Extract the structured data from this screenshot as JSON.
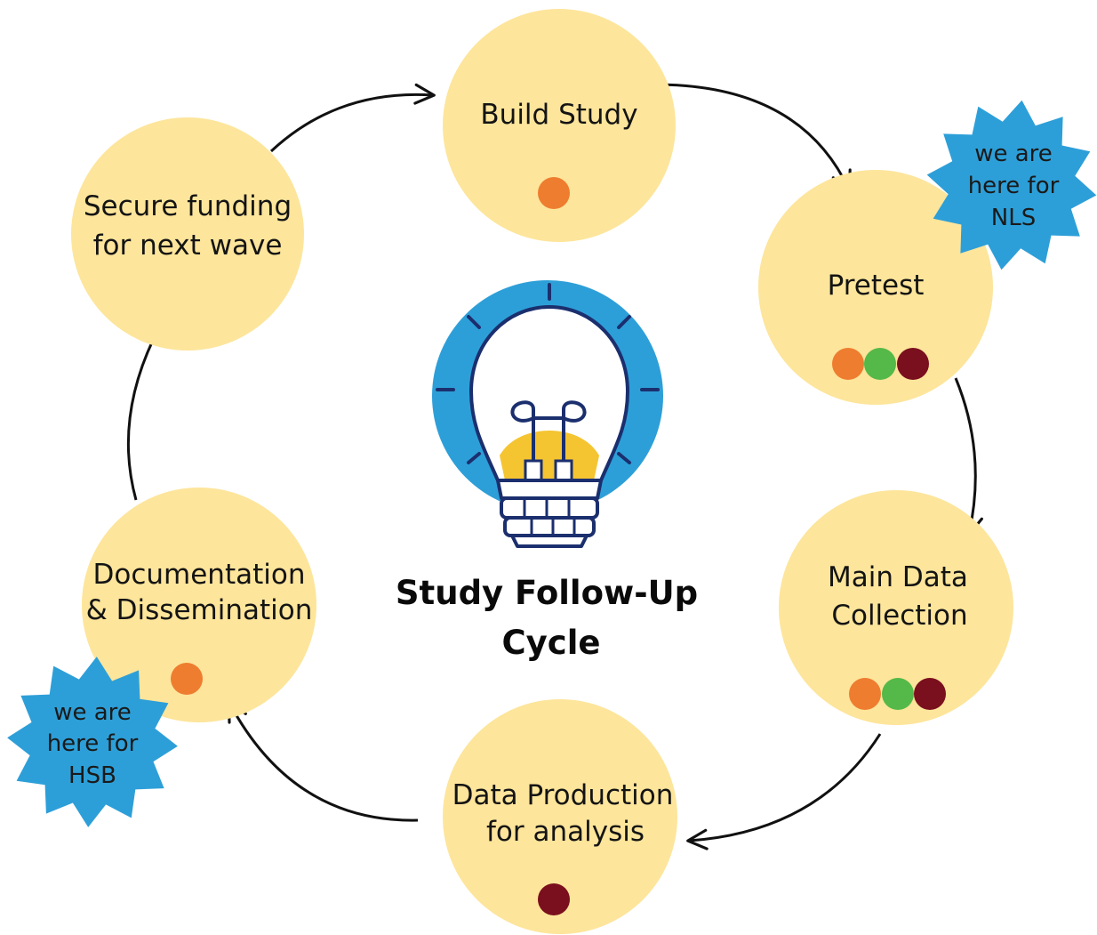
{
  "title": {
    "line1": "Study Follow-Up",
    "line2": "Cycle"
  },
  "colors": {
    "stage_fill": "#fde59b",
    "burst_fill": "#2d9fd8",
    "arrow": "#111111",
    "bulb_ring": "#2d9fd8",
    "bulb_outline": "#1b2f6e",
    "bulb_accent": "#f5c431",
    "dot_orange": "#ee7d30",
    "dot_green": "#54b948",
    "dot_maroon": "#7a0f1e"
  },
  "stages": [
    {
      "id": "build-study",
      "lines": [
        "Build Study"
      ],
      "dots": [
        "orange"
      ]
    },
    {
      "id": "pretest",
      "lines": [
        "Pretest"
      ],
      "dots": [
        "orange",
        "green",
        "maroon"
      ]
    },
    {
      "id": "main-data-collection",
      "lines": [
        "Main Data",
        "Collection"
      ],
      "dots": [
        "orange",
        "green",
        "maroon"
      ]
    },
    {
      "id": "data-production",
      "lines": [
        "Data Production",
        "for analysis"
      ],
      "dots": [
        "maroon"
      ]
    },
    {
      "id": "documentation",
      "lines": [
        "Documentation",
        "& Dissemination"
      ],
      "dots": [
        "orange"
      ]
    },
    {
      "id": "secure-funding",
      "lines": [
        "Secure funding",
        "for next wave"
      ],
      "dots": []
    }
  ],
  "bursts": [
    {
      "id": "nls",
      "lines": [
        "we are",
        "here for",
        "NLS"
      ]
    },
    {
      "id": "hsb",
      "lines": [
        "we are",
        "here for",
        "HSB"
      ]
    }
  ],
  "center_icon": "lightbulb-icon"
}
